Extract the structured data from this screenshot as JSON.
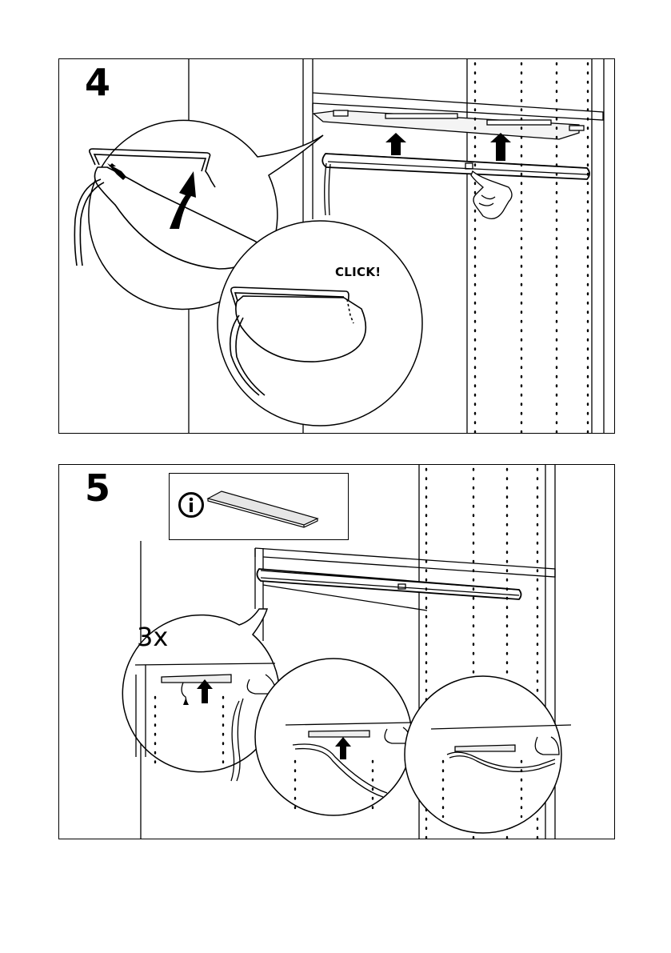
{
  "steps": [
    {
      "number": "4",
      "callout_text": "CLICK!"
    },
    {
      "number": "5",
      "repeat_label": "3x"
    }
  ],
  "icons": {
    "info": "info-icon",
    "arrow": "push-up-arrow-icon",
    "hand": "pointing-hand-icon"
  },
  "colors": {
    "line": "#000000",
    "background": "#ffffff",
    "light_fill": "#e6e6e6"
  }
}
